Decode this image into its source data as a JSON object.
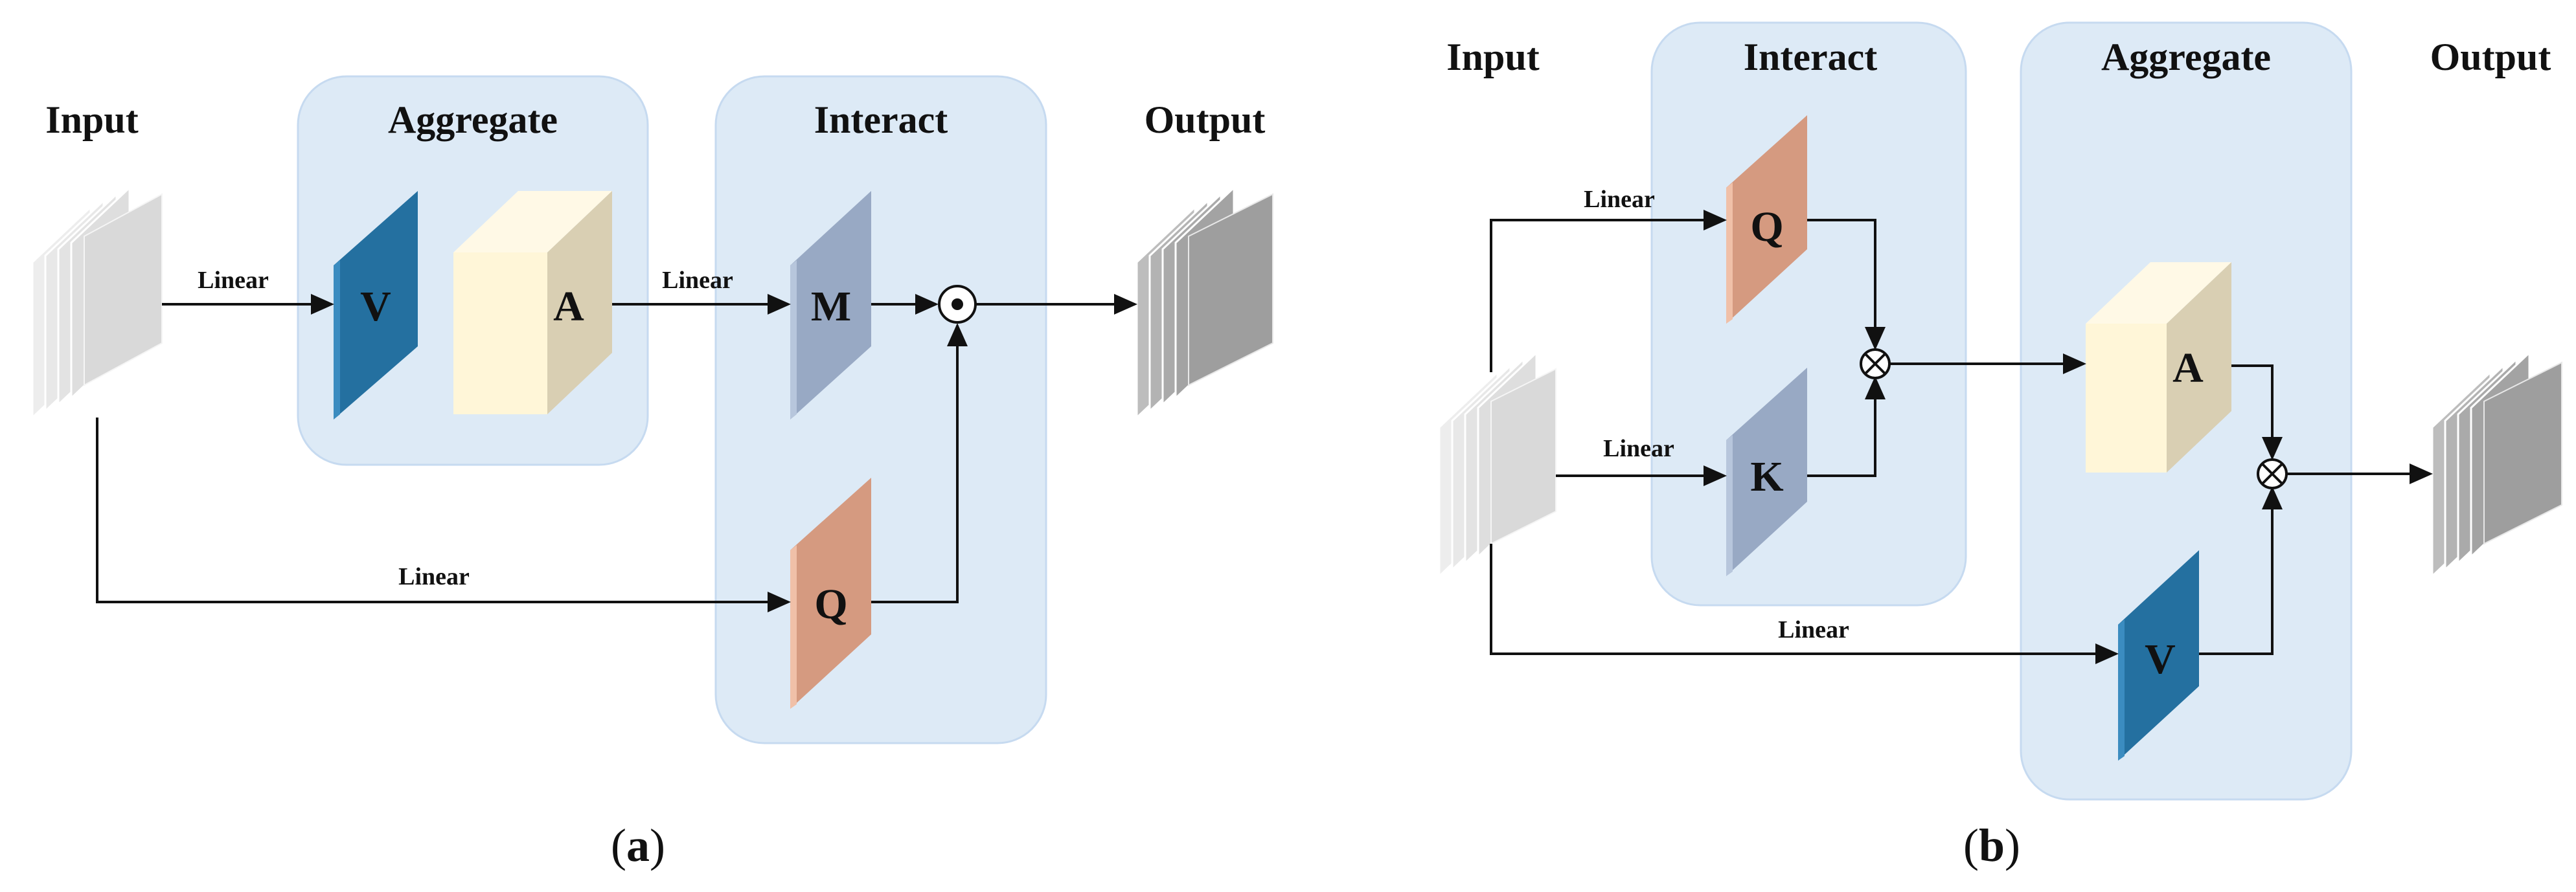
{
  "colors": {
    "region_fill": "#ddeaf6",
    "v_block": "#2470a0",
    "q_block": "#d59a80",
    "k_block": "#98a9c4",
    "m_block": "#98a9c4",
    "a_block_front": "#fff6d8",
    "a_block_side": "#d9cfb3",
    "input_stack": "#e6e6e6",
    "output_stack": "#9e9e9e"
  },
  "panel_a": {
    "caption_open": "(",
    "caption_letter": "a",
    "caption_close": ")",
    "headers": {
      "input": "Input",
      "aggregate": "Aggregate",
      "interact": "Interact",
      "output": "Output"
    },
    "tokens": {
      "v": "V",
      "a": "A",
      "m": "M",
      "q": "Q"
    },
    "edge_labels": {
      "linear_to_v": "Linear",
      "linear_to_m": "Linear",
      "linear_to_q": "Linear"
    },
    "operator": "element-wise product"
  },
  "panel_b": {
    "caption_open": "(",
    "caption_letter": "b",
    "caption_close": ")",
    "headers": {
      "input": "Input",
      "interact": "Interact",
      "aggregate": "Aggregate",
      "output": "Output"
    },
    "tokens": {
      "q": "Q",
      "k": "K",
      "a": "A",
      "v": "V"
    },
    "edge_labels": {
      "linear_to_q": "Linear",
      "linear_to_k": "Linear",
      "linear_to_v": "Linear"
    },
    "operators": [
      "matrix product",
      "matrix product"
    ]
  }
}
